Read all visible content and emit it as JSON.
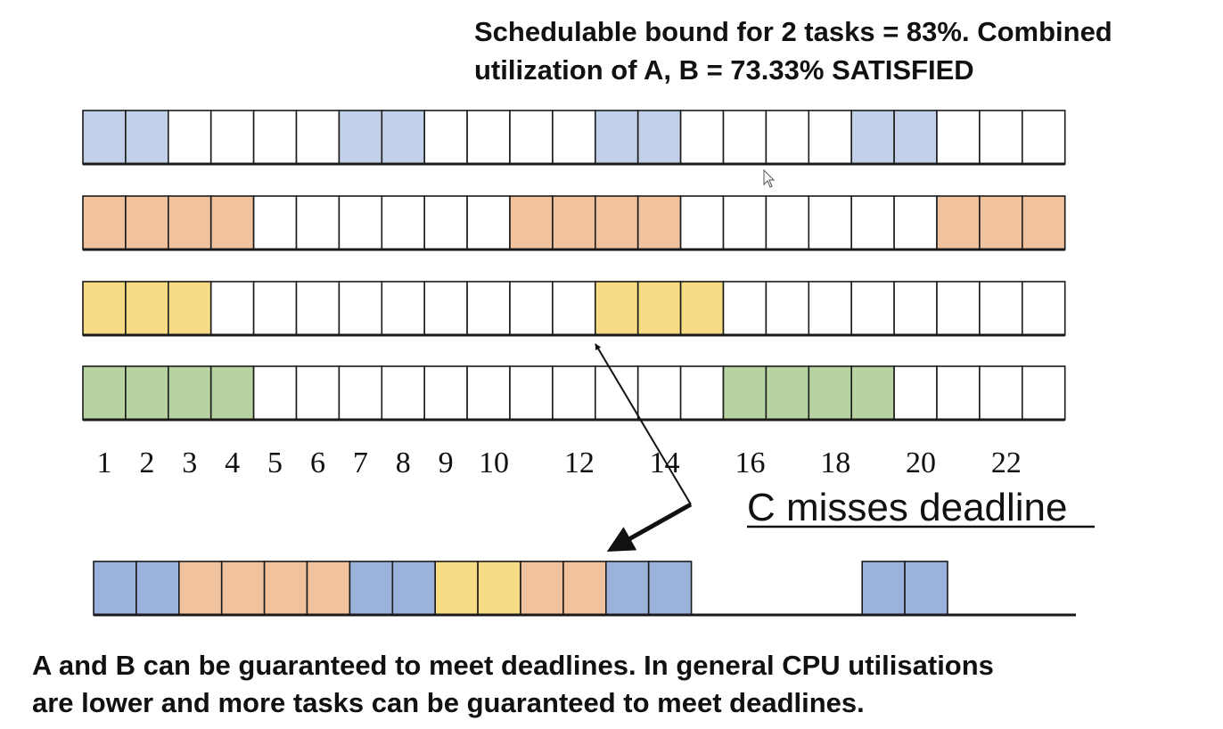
{
  "header": {
    "line1": "Schedulable bound for 2 tasks = 83%. Combined",
    "line2": "utilization of A, B = 73.33%  SATISFIED"
  },
  "timelines": [
    {
      "name": "task-a",
      "color": "#c1d0e8",
      "slots": 23,
      "filled": [
        1,
        2,
        7,
        8,
        13,
        14,
        19,
        20
      ]
    },
    {
      "name": "task-b",
      "color": "#f0c29e",
      "slots": 23,
      "filled": [
        1,
        2,
        3,
        4,
        11,
        12,
        13,
        14,
        21,
        22,
        23
      ]
    },
    {
      "name": "task-c",
      "color": "#f8dc85",
      "slots": 23,
      "filled": [
        1,
        2,
        3,
        13,
        14,
        15
      ]
    },
    {
      "name": "task-d",
      "color": "#b7d3a1",
      "slots": 23,
      "filled": [
        1,
        2,
        3,
        4,
        16,
        17,
        18,
        19
      ]
    }
  ],
  "ticks": [
    "1",
    "2",
    "3",
    "4",
    "5",
    "6",
    "7",
    "8",
    "9",
    "10",
    "12",
    "14",
    "16",
    "18",
    "20",
    "22"
  ],
  "annotation": {
    "label": "C misses deadline"
  },
  "schedule": {
    "colors": {
      "A": "#9bb3dc",
      "B": "#f0c29e",
      "C": "#f8dc85"
    },
    "slots": [
      "A",
      "A",
      "B",
      "B",
      "B",
      "B",
      "A",
      "A",
      "C",
      "C",
      "B",
      "B",
      "A",
      "A",
      "",
      "",
      "",
      "",
      "A",
      "A"
    ]
  },
  "footer": {
    "line1": "A and B can be guaranteed to meet deadlines. In general CPU utilisations",
    "line2": "are lower and more tasks can be guaranteed to meet deadlines."
  }
}
